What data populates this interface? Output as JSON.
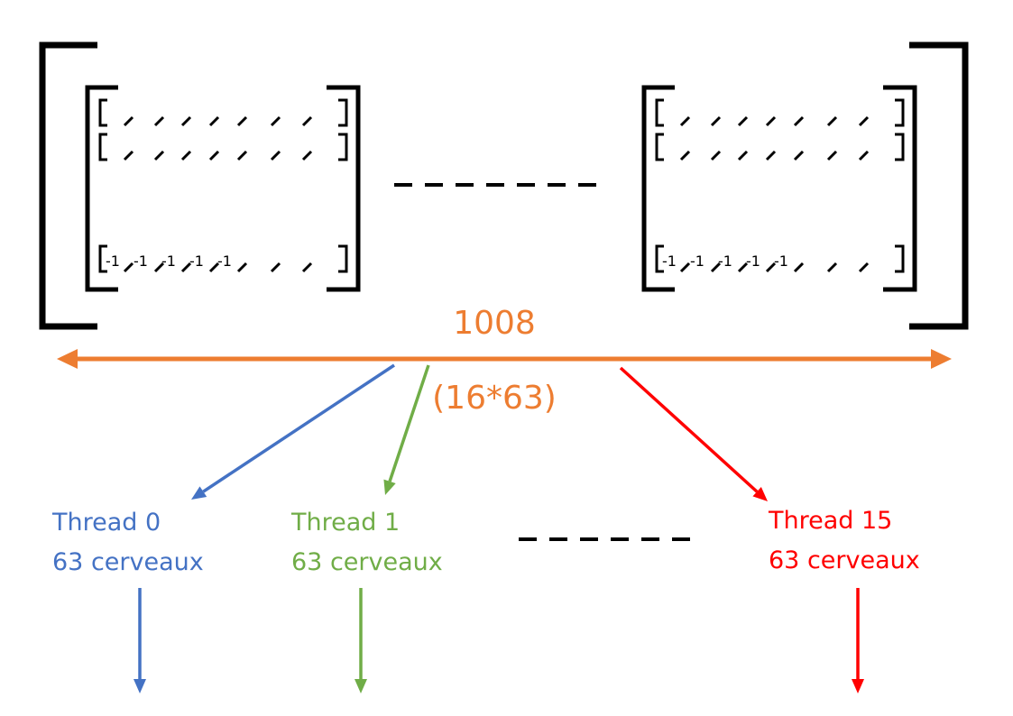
{
  "colors": {
    "orange": "#ED7D31",
    "blue": "#4472C4",
    "green": "#70AD47",
    "red": "#FF0000",
    "black": "#000000"
  },
  "matrix": {
    "cell_separator": ",",
    "last_row_values": [
      "-1",
      "-1",
      "-1",
      "-1",
      "-1"
    ]
  },
  "span": {
    "total": "1008",
    "formula": "(16*63)"
  },
  "threads": [
    {
      "name": "Thread 0",
      "count": "63 cerveaux"
    },
    {
      "name": "Thread 1",
      "count": "63 cerveaux"
    },
    {
      "name": "Thread 15",
      "count": "63 cerveaux"
    }
  ]
}
